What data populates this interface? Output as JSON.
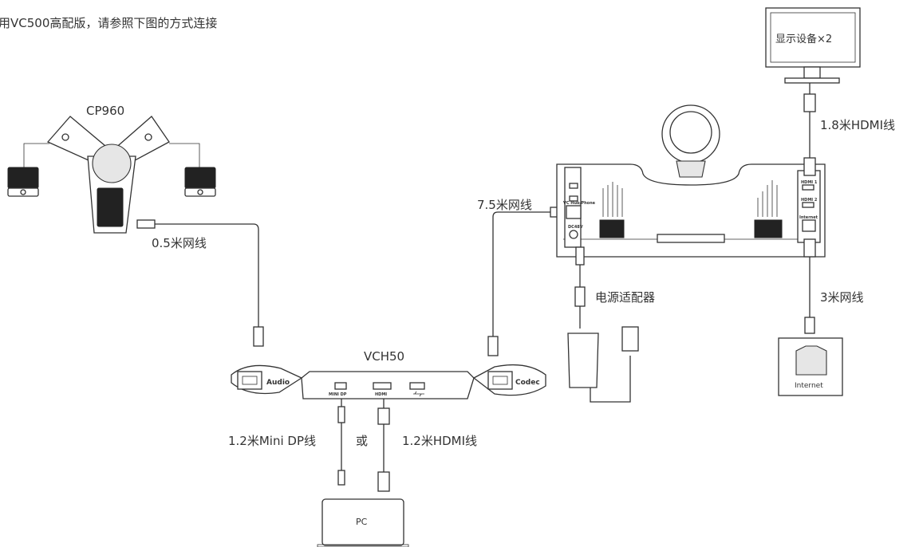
{
  "header": {
    "text": "用VC500高配版，请参照下图的方式连接"
  },
  "devices": {
    "cp960": "CP960",
    "vch50": "VCH50",
    "display": "显示设备×2",
    "pc": "PC",
    "internet": "Internet"
  },
  "cables": {
    "cp960_cable": "0.5米网线",
    "codec_cable": "7.5米网线",
    "hdmi_display": "1.8米HDMI线",
    "power": "电源适配器",
    "internet_cable": "3米网线",
    "minidp_cable": "1.2米Mini DP线",
    "or": "或",
    "hdmi_pc": "1.2米HDMI线"
  },
  "ports": {
    "audio": "Audio",
    "codec": "Codec",
    "mini_dp": "MINI DP",
    "hdmi": "HDMI",
    "hdmi1": "HDMI 1",
    "hdmi2": "HDMI 2",
    "internet_port": "Internet",
    "vc_hub": "VC Hub/Phone",
    "dc": "DC48V"
  },
  "icons": [
    "usb-icon",
    "ethernet-jack-icon",
    "power-plug-icon"
  ]
}
